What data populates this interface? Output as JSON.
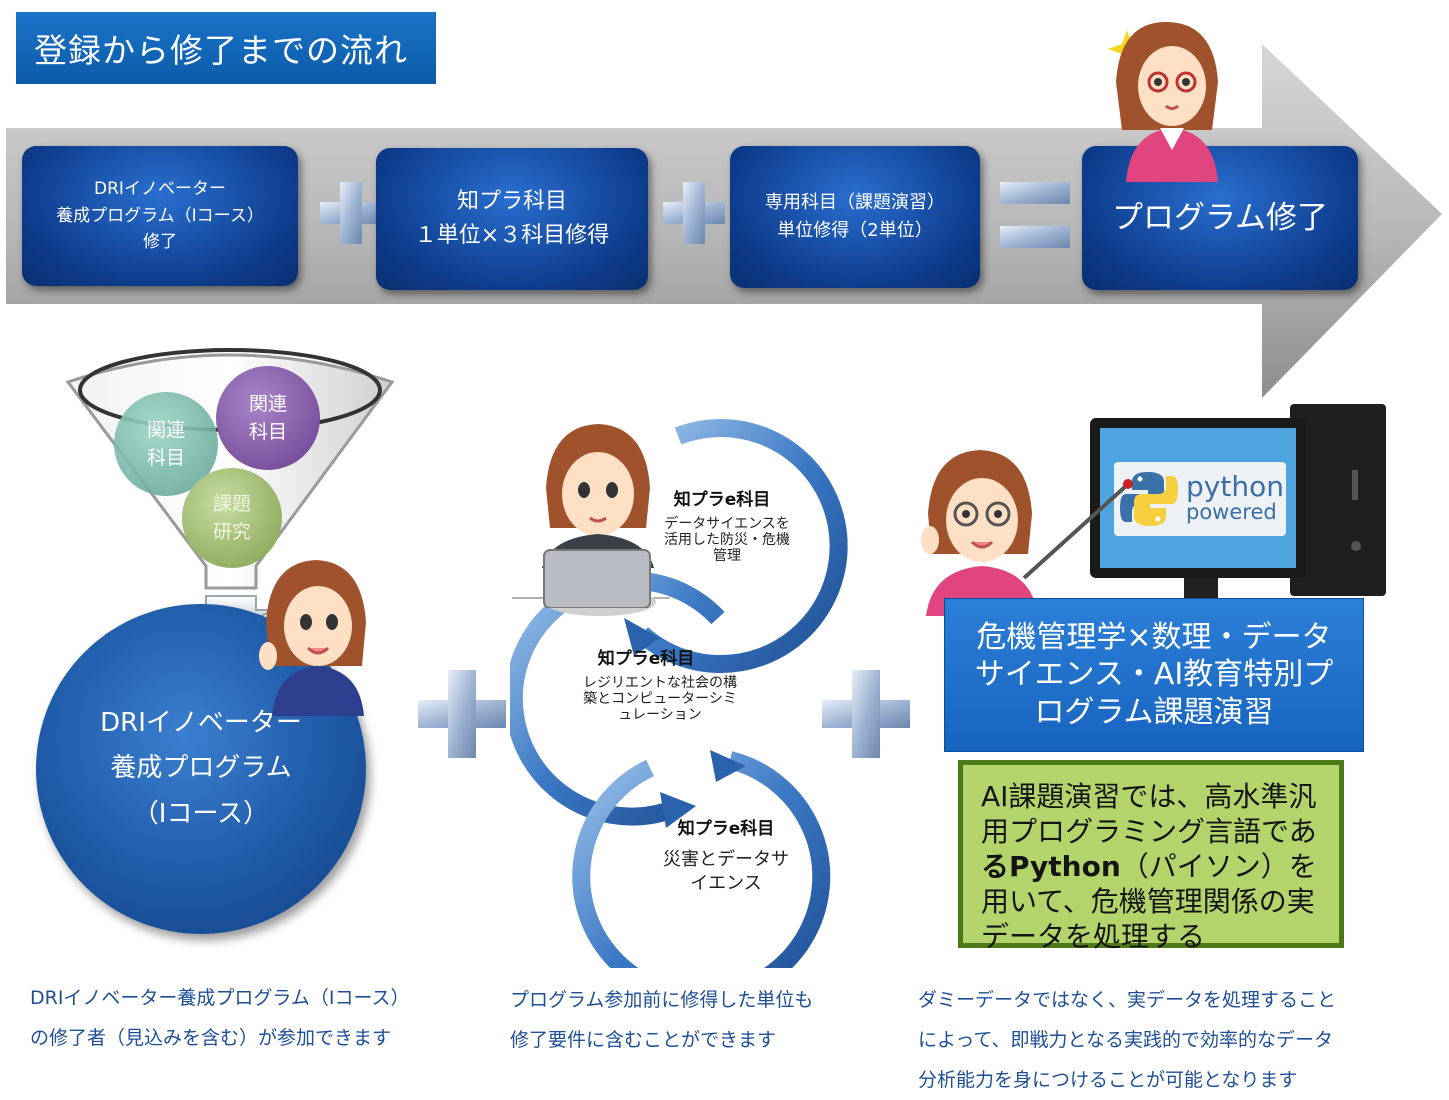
{
  "title": "登録から修了までの流れ",
  "steps": [
    {
      "label": "DRIイノベーター\n養成プログラム（Iコース）\n修了"
    },
    {
      "label": "知プラ科目\n１単位×３科目修得"
    },
    {
      "label": "専用科目（課題演習）\n単位修得（2単位）"
    },
    {
      "label": "プログラム修了"
    }
  ],
  "funnel": {
    "bubbles": [
      {
        "label": "関連\n科目",
        "color": "#5b9e8f"
      },
      {
        "label": "関連\n科目",
        "color": "#6a3f8e"
      },
      {
        "label": "課題\n研究",
        "color": "#7f9f4c"
      }
    ]
  },
  "circle_label": "DRIイノベーター\n養成プログラム\n（Iコース）",
  "rings": [
    {
      "title": "知プラe科目",
      "desc": "データサイエンスを\n活用した防災・危機\n管理"
    },
    {
      "title": "知プラe科目",
      "desc": "レジリエントな社会の構\n築とコンピューターシミ\nュレーション"
    },
    {
      "title": "知プラe科目",
      "desc": "災害とデータサ\nイエンス"
    }
  ],
  "python_logo": {
    "text": "python",
    "subtext": "powered"
  },
  "course_box": "危機管理学×数理・データ\nサイエンス・AI教育特別プ\nログラム課題演習",
  "green_box": {
    "before": "AI課題演習では、高水準汎用プログラミング言語であ",
    "bold": "るPython",
    "after": "（パイソン）を用いて、危機管理関係の実データを処理する"
  },
  "captions": {
    "left": "DRIイノベーター養成プログラム（Iコース）\nの修了者（見込みを含む）が参加できます",
    "middle": "プログラム参加前に修得した単位も\n修了要件に含むことができます",
    "right": "ダミーデータではなく、実データを処理すること\nによって、即戦力となる実践的で効率的なデータ\n分析能力を身につけることが可能となります"
  },
  "colors": {
    "title_bg": "#1267b8",
    "step_box": "#0d3c8c",
    "caption": "#1f4f95",
    "course_box": "#1e6fcb",
    "green_box": "#b3d36b"
  }
}
